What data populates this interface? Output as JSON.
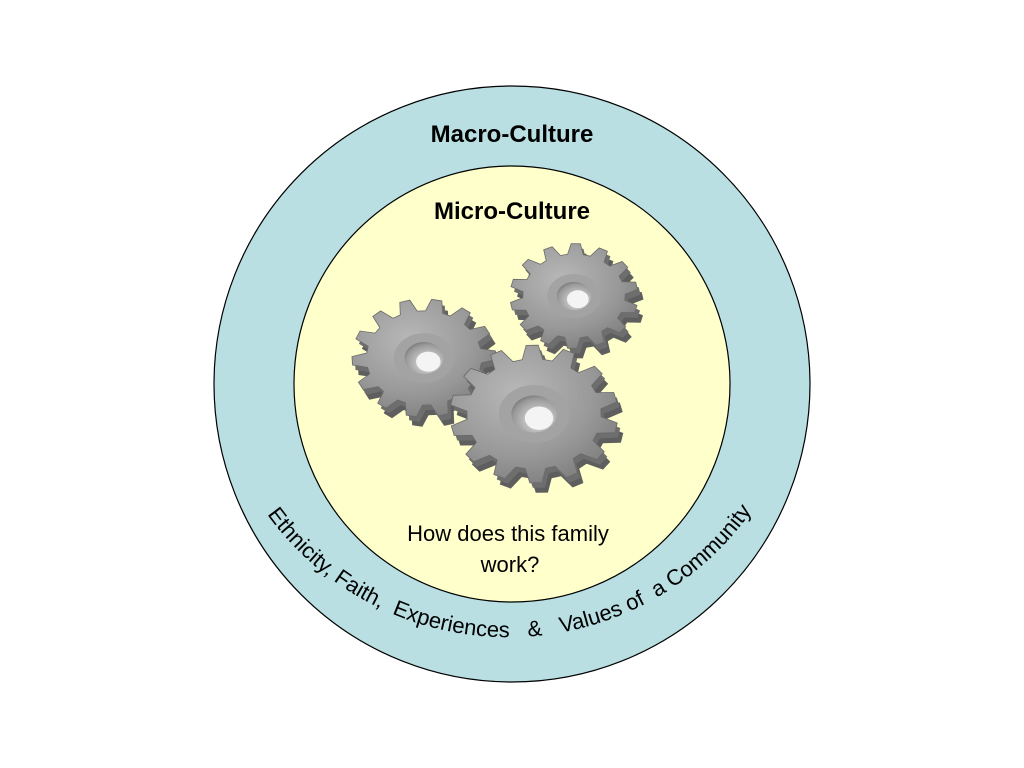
{
  "diagram": {
    "outer_circle": {
      "title": "Macro-Culture",
      "fill": "#b9dfe3",
      "arc_label": "Ethnicity, Faith,  Experiences   &   Values of  a Community"
    },
    "inner_circle": {
      "title": "Micro-Culture",
      "fill": "#ffffcc",
      "caption_line1": "How does this family",
      "caption_line2": "work?"
    },
    "gears": {
      "icon": "gears-icon",
      "count": 3,
      "color": "#8e8e8e"
    }
  }
}
